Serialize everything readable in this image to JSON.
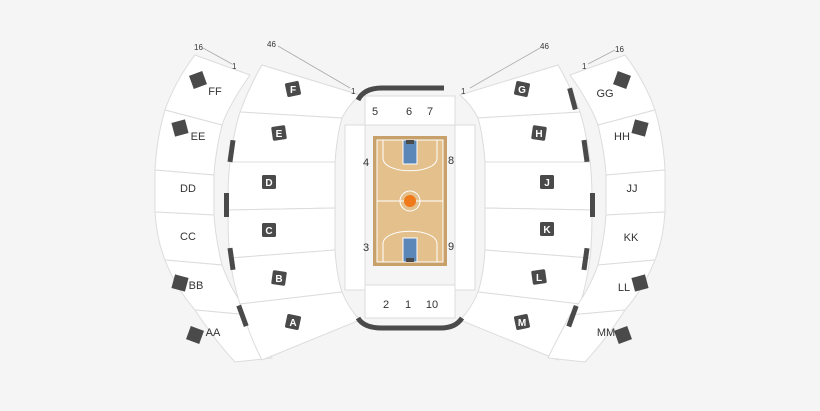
{
  "colors": {
    "background": "#f5f5f5",
    "section_fill": "#ffffff",
    "section_stroke": "#dcdcdc",
    "marker": "#4a4a4a",
    "court_border": "#c8a06a",
    "court_wood": "#e4c08c",
    "paint": "#5b86b8",
    "ball": "#f07a1a"
  },
  "row_labels": {
    "upper_left_first": "16",
    "upper_left_last": "1",
    "lower_left_first": "46",
    "lower_left_last": "1",
    "lower_right_first": "1",
    "lower_right_last": "46",
    "upper_right_first": "1",
    "upper_right_last": "16"
  },
  "left_upper": {
    "sections": [
      {
        "label": "FF",
        "boxed": true
      },
      {
        "label": "EE",
        "boxed": true
      },
      {
        "label": "DD",
        "boxed": false
      },
      {
        "label": "CC",
        "boxed": false
      },
      {
        "label": "BB",
        "boxed": true
      },
      {
        "label": "AA",
        "boxed": true
      }
    ]
  },
  "left_lower": {
    "sections": [
      {
        "label": "F"
      },
      {
        "label": "E"
      },
      {
        "label": "D"
      },
      {
        "label": "C"
      },
      {
        "label": "B"
      },
      {
        "label": "A"
      }
    ]
  },
  "right_lower": {
    "sections": [
      {
        "label": "G"
      },
      {
        "label": "H"
      },
      {
        "label": "J"
      },
      {
        "label": "K"
      },
      {
        "label": "L"
      },
      {
        "label": "M"
      }
    ]
  },
  "right_upper": {
    "sections": [
      {
        "label": "GG",
        "boxed": true
      },
      {
        "label": "HH",
        "boxed": true
      },
      {
        "label": "JJ",
        "boxed": false
      },
      {
        "label": "KK",
        "boxed": false
      },
      {
        "label": "LL",
        "boxed": true
      },
      {
        "label": "MM",
        "boxed": true
      }
    ]
  },
  "floor_sections": {
    "top": [
      "5",
      "6",
      "7"
    ],
    "left_side": [
      "4",
      "3"
    ],
    "right_side": [
      "8",
      "9"
    ],
    "bottom": [
      "2",
      "1",
      "10"
    ]
  }
}
